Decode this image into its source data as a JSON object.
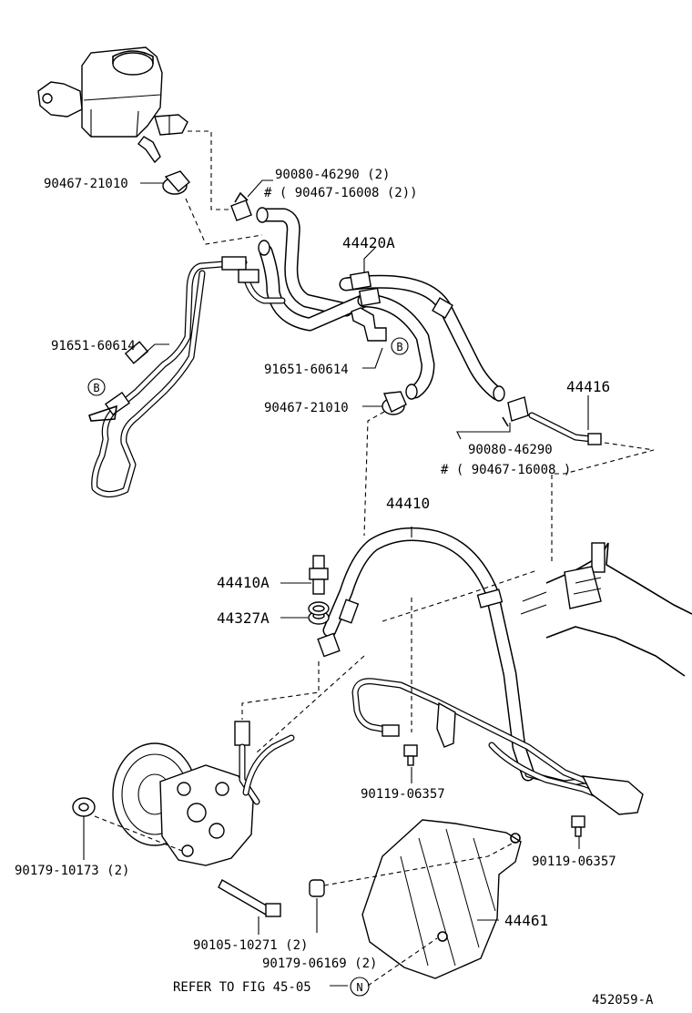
{
  "labels": {
    "clamp_top_left": "90467-21010",
    "clip_top": "90080-46290 (2)",
    "clip_top_alt": "# ( 90467-16008 (2))",
    "hose_return": "44420A",
    "clamp_left": "91651-60614",
    "marker_b_left": "B",
    "clamp_mid": "91651-60614",
    "marker_b_mid": "B",
    "clamp_mid2": "90467-21010",
    "tube_44416": "44416",
    "clip_right": "90080-46290",
    "clip_right_alt": "# ( 90467-16008 )",
    "pressure_hose": "44410",
    "union_bolt": "44410A",
    "gasket": "44327A",
    "bolt_mid": "90119-06357",
    "bolt_right": "90119-06357",
    "collar_left": "90179-10173 (2)",
    "bolt_pump": "90105-10271 (2)",
    "collar_bottom": "90179-06169 (2)",
    "cover": "44461",
    "refer": "REFER TO FIG 45-05",
    "marker_n": "N",
    "figure_id": "452059-A"
  }
}
